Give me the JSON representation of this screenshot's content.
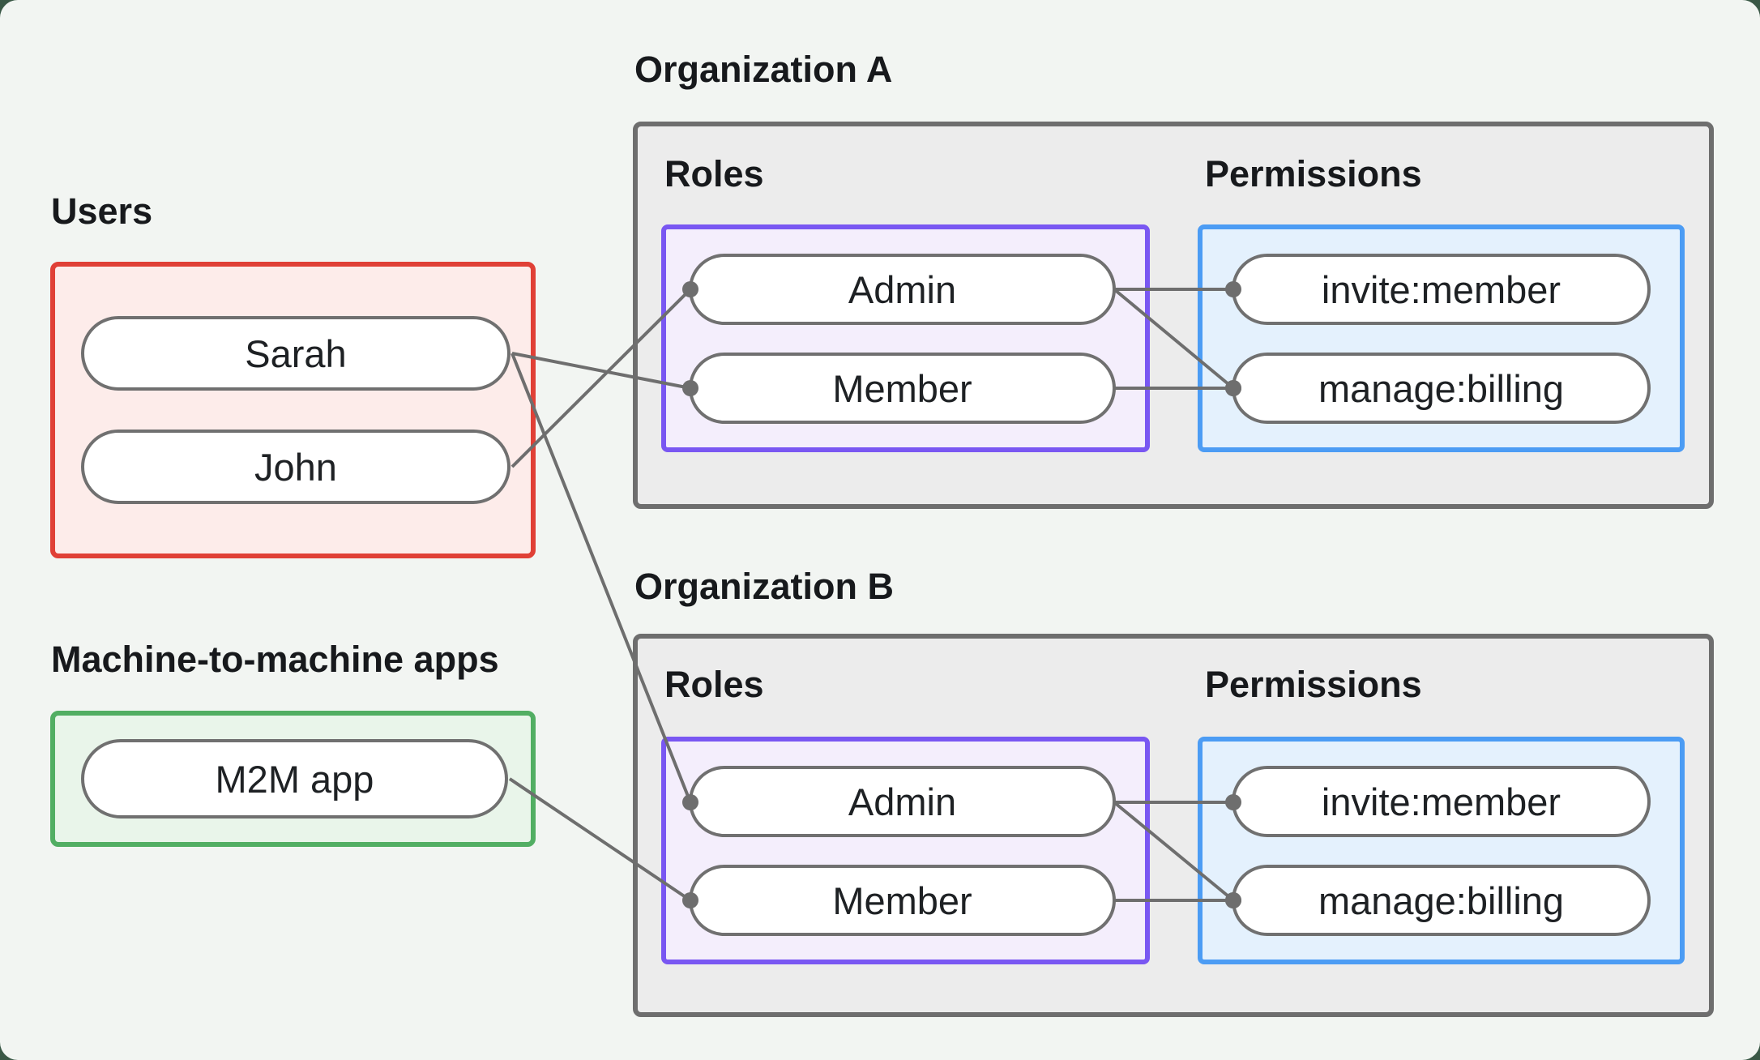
{
  "page": {
    "background": "#f2f5f2",
    "outer_background": "#3a5846"
  },
  "colors": {
    "users_border": "#e04036",
    "users_fill": "#fdecea",
    "m2m_border": "#52ae63",
    "m2m_fill": "#e9f5ea",
    "org_border": "#6e6e6e",
    "org_fill": "#ececec",
    "roles_border": "#7957f2",
    "roles_fill": "#f4eefc",
    "permissions_border": "#4c9cf4",
    "permissions_fill": "#e4f1fd",
    "pill_border": "#707070",
    "pill_fill": "#ffffff",
    "connector": "#6e6e6e",
    "text": "#17191c"
  },
  "users_section": {
    "title": "Users",
    "items": [
      {
        "id": "sarah",
        "label": "Sarah"
      },
      {
        "id": "john",
        "label": "John"
      }
    ]
  },
  "m2m_section": {
    "title": "Machine-to-machine apps",
    "items": [
      {
        "id": "m2m_app",
        "label": "M2M app"
      }
    ]
  },
  "organizations": [
    {
      "title": "Organization A",
      "roles_label": "Roles",
      "permissions_label": "Permissions",
      "roles": [
        {
          "id": "orgA.admin",
          "label": "Admin"
        },
        {
          "id": "orgA.member",
          "label": "Member"
        }
      ],
      "permissions": [
        {
          "id": "orgA.invite",
          "label": "invite:member"
        },
        {
          "id": "orgA.manage",
          "label": "manage:billing"
        }
      ]
    },
    {
      "title": "Organization B",
      "roles_label": "Roles",
      "permissions_label": "Permissions",
      "roles": [
        {
          "id": "orgB.admin",
          "label": "Admin"
        },
        {
          "id": "orgB.member",
          "label": "Member"
        }
      ],
      "permissions": [
        {
          "id": "orgB.invite",
          "label": "invite:member"
        },
        {
          "id": "orgB.manage",
          "label": "manage:billing"
        }
      ]
    }
  ],
  "edges": [
    {
      "from": "john",
      "to": "orgA.admin"
    },
    {
      "from": "sarah",
      "to": "orgA.member"
    },
    {
      "from": "sarah",
      "to": "orgB.admin"
    },
    {
      "from": "m2m_app",
      "to": "orgB.member"
    },
    {
      "from": "orgA.admin",
      "to": "orgA.invite"
    },
    {
      "from": "orgA.admin",
      "to": "orgA.manage"
    },
    {
      "from": "orgA.member",
      "to": "orgA.manage"
    },
    {
      "from": "orgB.admin",
      "to": "orgB.invite"
    },
    {
      "from": "orgB.admin",
      "to": "orgB.manage"
    },
    {
      "from": "orgB.member",
      "to": "orgB.manage"
    }
  ]
}
